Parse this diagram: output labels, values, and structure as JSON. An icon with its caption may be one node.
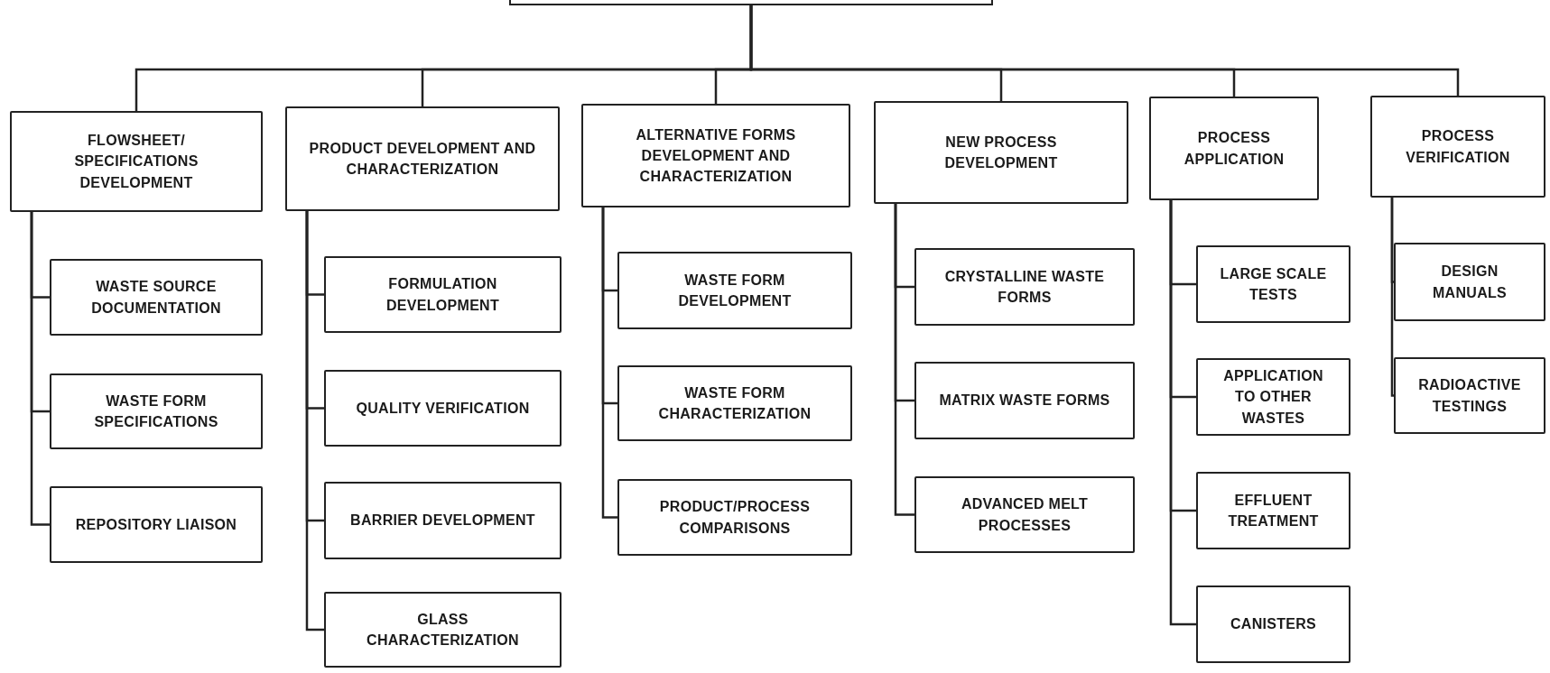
{
  "diagram": {
    "nodes": [
      {
        "text": [],
        "shape": "box"
      },
      {
        "text": [
          "FLOWSHEET/ SPECIFICATIONS DEVELOPMENT"
        ]
      },
      {
        "text": [
          "WASTE SOURCE DOCUMENTATION"
        ]
      },
      {
        "text": [
          "WASTE FORM SPECIFICATIONS"
        ]
      },
      {
        "text": [
          "REPOSITORY LIAISON"
        ]
      },
      {
        "text": [
          "PRODUCT DEVELOPMENT AND CHARACTERIZATION"
        ]
      },
      {
        "text": [
          "FORMULATION DEVELOPMENT"
        ]
      },
      {
        "text": [
          "QUALITY VERIFICATION"
        ]
      },
      {
        "text": [
          "BARRIER DEVELOPMENT"
        ]
      },
      {
        "text": [
          "GLASS CHARACTERIZATION"
        ]
      },
      {
        "text": [
          "ALTERNATIVE FORMS DEVELOPMENT AND CHARACTERIZATION"
        ]
      },
      {
        "text": [
          "WASTE FORM DEVELOPMENT"
        ]
      },
      {
        "text": [
          "WASTE FORM CHARACTERIZATION"
        ]
      },
      {
        "text": [
          "PRODUCT/PROCESS COMPARISONS"
        ]
      },
      {
        "text": [
          "NEW PROCESS DEVELOPMENT"
        ]
      },
      {
        "text": [
          "CRYSTALLINE WASTE FORMS"
        ]
      },
      {
        "text": [
          "MATRIX WASTE FORMS"
        ]
      },
      {
        "text": [
          "ADVANCED MELT PROCESSES"
        ]
      },
      {
        "text": [
          "PROCESS APPLICATION"
        ]
      },
      {
        "text": [
          "LARGE SCALE TESTS"
        ]
      },
      {
        "text": [
          "APPLICATION TO OTHER WASTES"
        ]
      },
      {
        "text": [
          "EFFLUENT TREATMENT"
        ]
      },
      {
        "text": [
          "CANISTERS"
        ]
      },
      {
        "text": [
          "PROCESS VERIFICATION"
        ]
      },
      {
        "text": [
          "DESIGN MANUALS"
        ]
      },
      {
        "text": [
          "RADIOACTIVE TESTINGS"
        ]
      }
    ],
    "edges": [
      {
        "from": 0,
        "to": 1,
        "arrow": "none"
      },
      {
        "from": 0,
        "to": 5,
        "arrow": "none"
      },
      {
        "from": 0,
        "to": 10,
        "arrow": "none"
      },
      {
        "from": 0,
        "to": 14,
        "arrow": "none"
      },
      {
        "from": 0,
        "to": 18,
        "arrow": "none"
      },
      {
        "from": 0,
        "to": 23,
        "arrow": "none"
      },
      {
        "from": 1,
        "to": 2,
        "arrow": "none"
      },
      {
        "from": 1,
        "to": 3,
        "arrow": "none"
      },
      {
        "from": 1,
        "to": 4,
        "arrow": "none"
      },
      {
        "from": 5,
        "to": 6,
        "arrow": "none"
      },
      {
        "from": 5,
        "to": 7,
        "arrow": "none"
      },
      {
        "from": 5,
        "to": 8,
        "arrow": "none"
      },
      {
        "from": 5,
        "to": 9,
        "arrow": "none"
      },
      {
        "from": 10,
        "to": 11,
        "arrow": "none"
      },
      {
        "from": 10,
        "to": 12,
        "arrow": "none"
      },
      {
        "from": 10,
        "to": 13,
        "arrow": "none"
      },
      {
        "from": 14,
        "to": 15,
        "arrow": "none"
      },
      {
        "from": 14,
        "to": 16,
        "arrow": "none"
      },
      {
        "from": 14,
        "to": 17,
        "arrow": "none"
      },
      {
        "from": 18,
        "to": 19,
        "arrow": "none"
      },
      {
        "from": 18,
        "to": 20,
        "arrow": "none"
      },
      {
        "from": 18,
        "to": 21,
        "arrow": "none"
      },
      {
        "from": 18,
        "to": 22,
        "arrow": "none"
      },
      {
        "from": 23,
        "to": 24,
        "arrow": "none"
      },
      {
        "from": 23,
        "to": 25,
        "arrow": "none"
      }
    ]
  }
}
